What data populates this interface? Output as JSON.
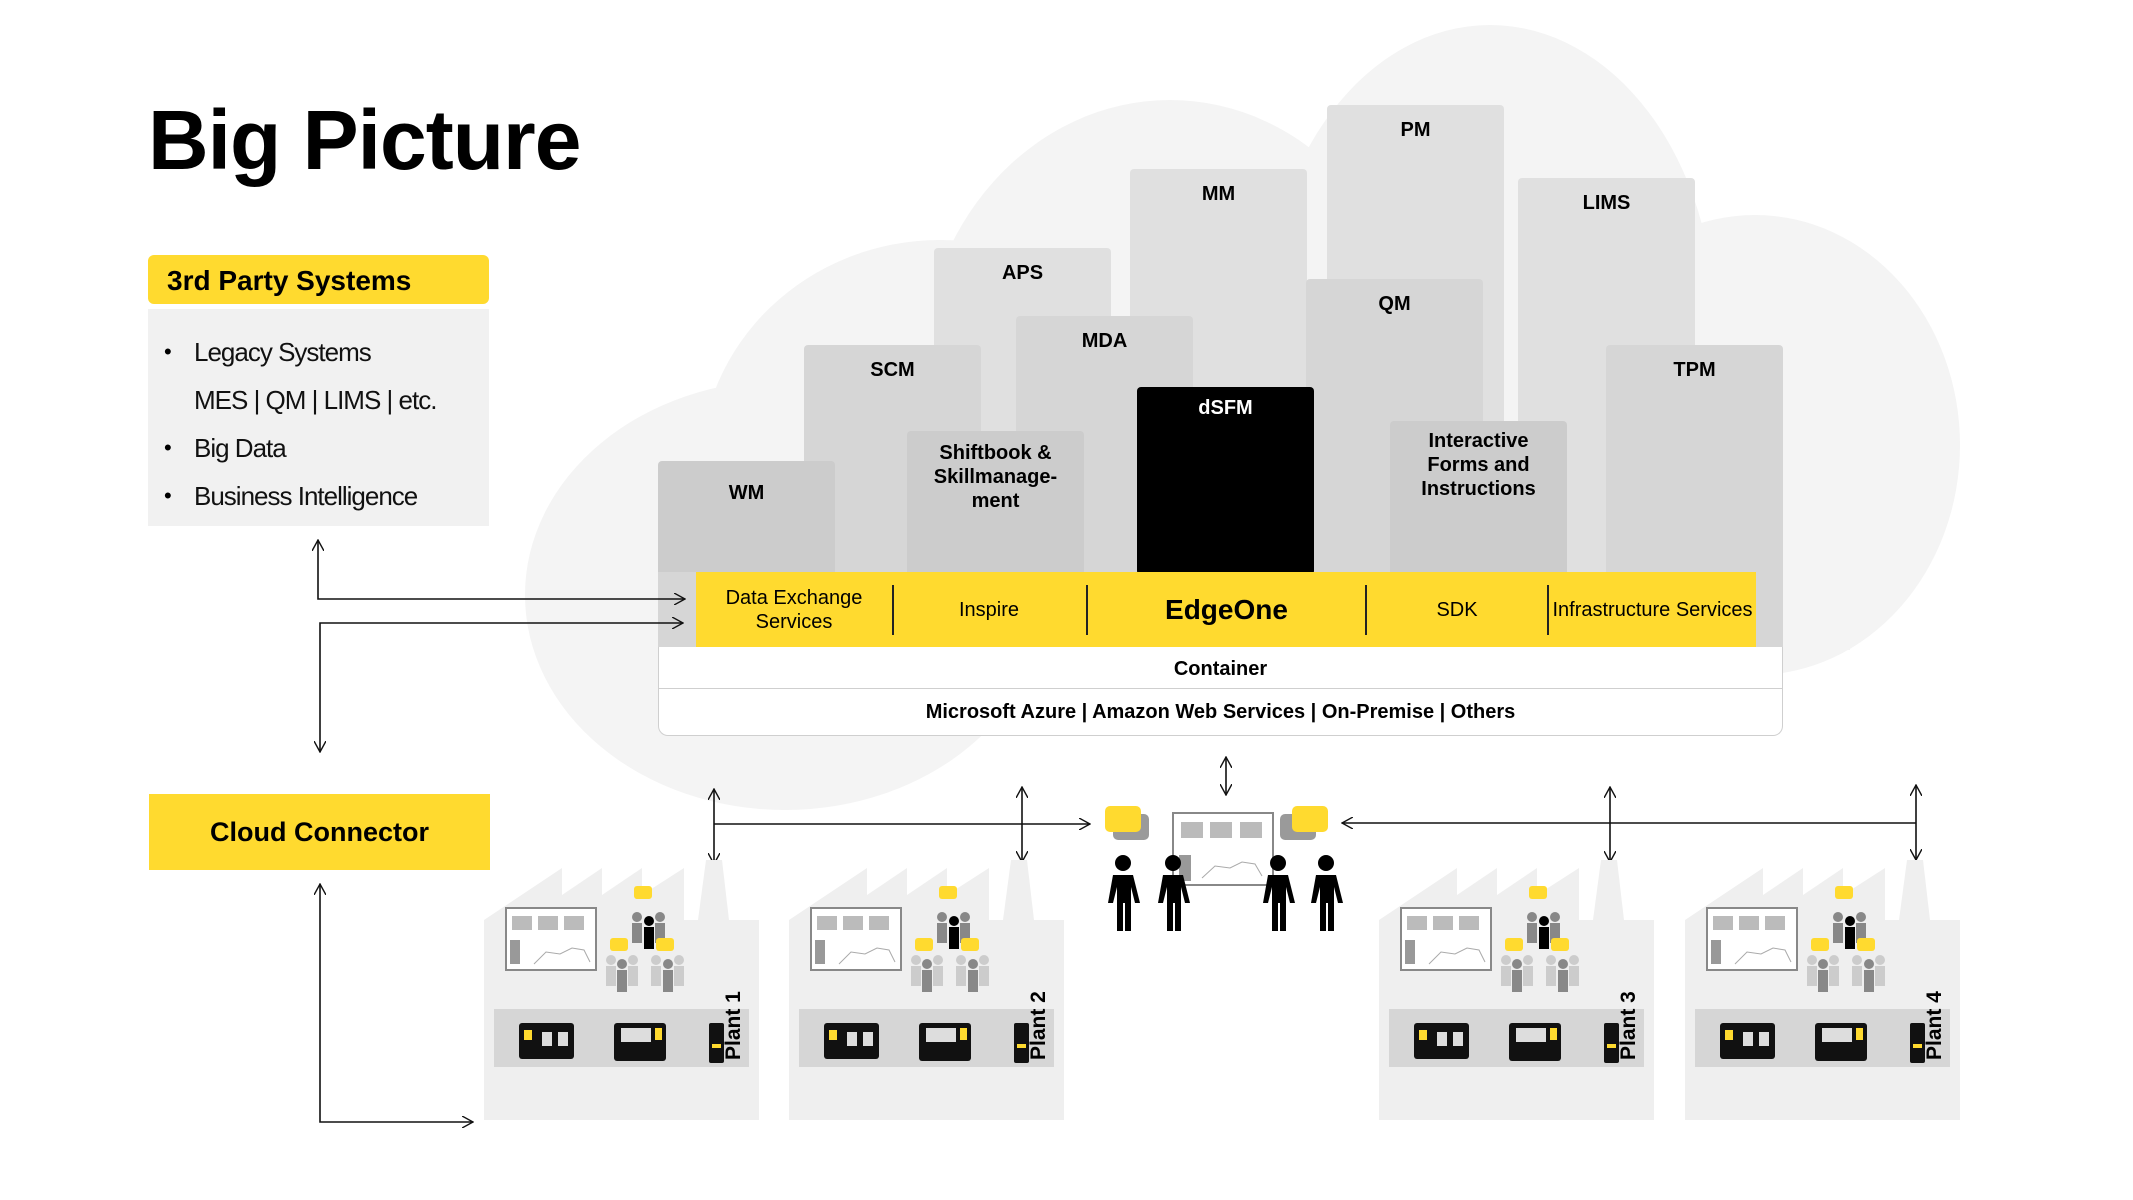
{
  "title": "Big Picture",
  "third_party": {
    "header": "3rd Party Systems",
    "items": [
      {
        "bullet": "•",
        "text": "Legacy Systems"
      },
      {
        "bullet": "",
        "text": "MES | QM | LIMS | etc."
      },
      {
        "bullet": "•",
        "text": "Big Data"
      },
      {
        "bullet": "•",
        "text": "Business Intelligence"
      }
    ]
  },
  "cloud_connector": "Cloud Connector",
  "modules": {
    "wm": "WM",
    "scm": "SCM",
    "aps": "APS",
    "mda": "MDA",
    "shiftbook": "Shiftbook & Skillmanage-ment",
    "mm": "MM",
    "dsfm": "dSFM",
    "pm": "PM",
    "qm": "QM",
    "lims": "LIMS",
    "tpm": "TPM",
    "interactive": "Interactive Forms and Instructions"
  },
  "band": {
    "data_exchange": "Data Exchange Services",
    "inspire": "Inspire",
    "edgeone": "EdgeOne",
    "sdk": "SDK",
    "infrastructure": "Infrastructure Services"
  },
  "platform": {
    "container": "Container",
    "providers": "Microsoft Azure | Amazon Web Services | On-Premise | Others"
  },
  "plants": [
    "Plant 1",
    "Plant 2",
    "Plant 3",
    "Plant 4"
  ],
  "colors": {
    "accent_yellow": "#ffda2f",
    "module_gray": "#d6d6d6",
    "highlight_black": "#000000"
  }
}
